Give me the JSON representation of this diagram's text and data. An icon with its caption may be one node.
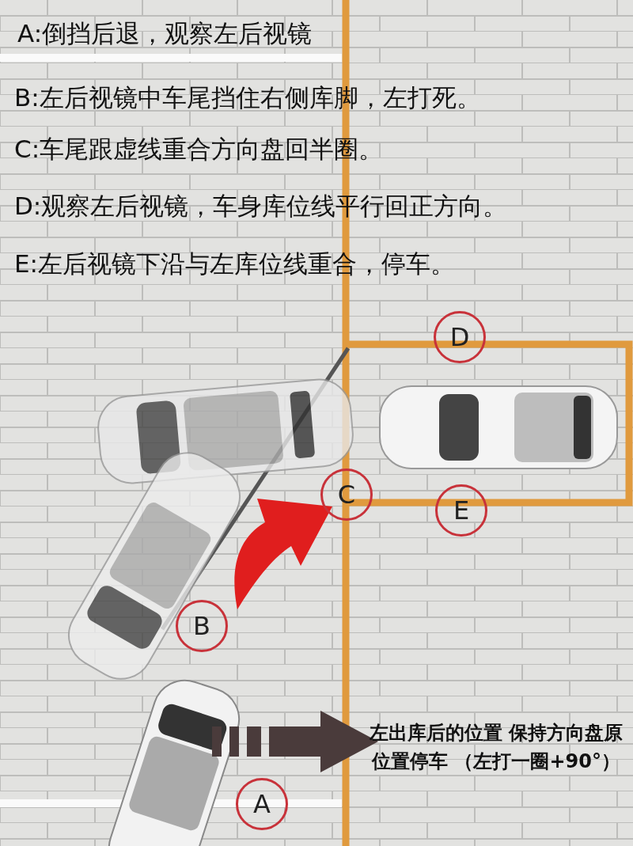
{
  "diagram": {
    "labels": [
      "A:倒挡后退，观察左后视镜",
      "B:左后视镜中车尾挡住右侧库脚，左打死。",
      "C:车尾跟虚线重合方向盘回半圈。",
      "D:观察左后视镜，车身库位线平行回正方向。",
      "E:左后视镜下沿与左库位线重合，停车。",
      "D",
      "C",
      "E",
      "B",
      "A",
      "左出库后的位置 保持方向盘原位置停车 （左打一圈+90°）"
    ]
  }
}
